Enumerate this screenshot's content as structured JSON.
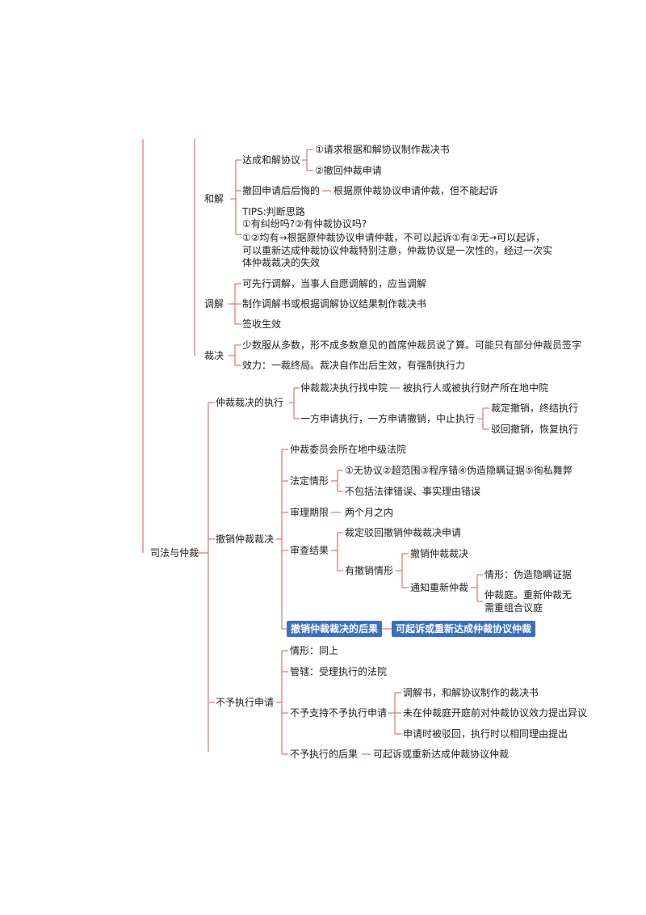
{
  "root": {
    "label": "司法与仲裁"
  },
  "hejie": {
    "label": "和解",
    "dacheng": {
      "label": "达成和解协议",
      "items": [
        "①请求根据和解协议制作裁决书",
        "②撤回仲裁申请"
      ]
    },
    "chehui": {
      "label": "撤回申请后后悔的",
      "result": "根据原仲裁协议申请仲裁，但不能起诉"
    },
    "tips": {
      "lines": [
        "TIPS:判断思路",
        "①有纠纷吗?②有仲裁协议吗?",
        "①②均有→根据原仲裁协议申请仲裁，不可以起诉①有②无→可以起诉，",
        "可以重新达成仲裁协议仲裁特别注意，仲裁协议是一次性的，经过一次实",
        "体仲裁裁决的失效"
      ]
    }
  },
  "tiaojie": {
    "label": "调解",
    "items": [
      "可先行调解，当事人自愿调解的，应当调解",
      "制作调解书或根据调解协议结果制作裁决书",
      "签收生效"
    ]
  },
  "caijue": {
    "label": "裁决",
    "items": [
      "少数服从多数，形不成多数意见的首席仲裁员说了算。可能只有部分仲裁员签字",
      "效力：一裁终局。裁决自作出后生效，有强制执行力"
    ]
  },
  "zhixing": {
    "label": "仲裁裁决的执行",
    "court": {
      "label": "仲裁裁决执行找中院",
      "result": "被执行人或被执行财产所在地中院"
    },
    "oneside": {
      "label": "一方申请执行，一方申请撤销，中止执行",
      "items": [
        "裁定撤销，终结执行",
        "驳回撤销，恢复执行"
      ]
    }
  },
  "chexiao": {
    "label": "撤销仲裁裁决",
    "court": "仲裁委员会所在地中级法院",
    "fading": {
      "label": "法定情形",
      "items": [
        "①无协议②超范围③程序错④伪造隐瞒证据⑤徇私舞弊",
        "不包括法律错误、事实理由错误"
      ]
    },
    "qixian": {
      "label": "审理期限",
      "result": "两个月之内"
    },
    "shencha": {
      "label": "审查结果",
      "reject": "裁定驳回撤销仲裁裁决申请",
      "youqing": {
        "label": "有撤销情形",
        "cancel": "撤销仲裁裁决",
        "notify": {
          "label": "通知重新仲裁",
          "items": [
            "情形：伪造隐瞒证据",
            "仲裁庭。重新仲裁无需重组合议庭"
          ]
        }
      }
    },
    "consequence": {
      "label": "撤销仲裁裁决的后果",
      "result": "可起诉或重新达成仲裁协议仲裁"
    }
  },
  "buyu": {
    "label": "不予执行申请",
    "qingxing": "情形：同上",
    "guanxia": "管辖：受理执行的法院",
    "buzhichi": {
      "label": "不予支持不予执行申请",
      "items": [
        "调解书，和解协议制作的裁决书",
        "未在仲裁庭开庭前对仲裁协议效力提出异议",
        "申请时被驳回，执行时以相同理由提出"
      ]
    },
    "consequence": {
      "label": "不予执行的后果",
      "result": "可起诉或重新达成仲裁协议仲裁"
    }
  },
  "colors": {
    "connector": "#e8735f",
    "highlight": "#3a6fc4"
  }
}
